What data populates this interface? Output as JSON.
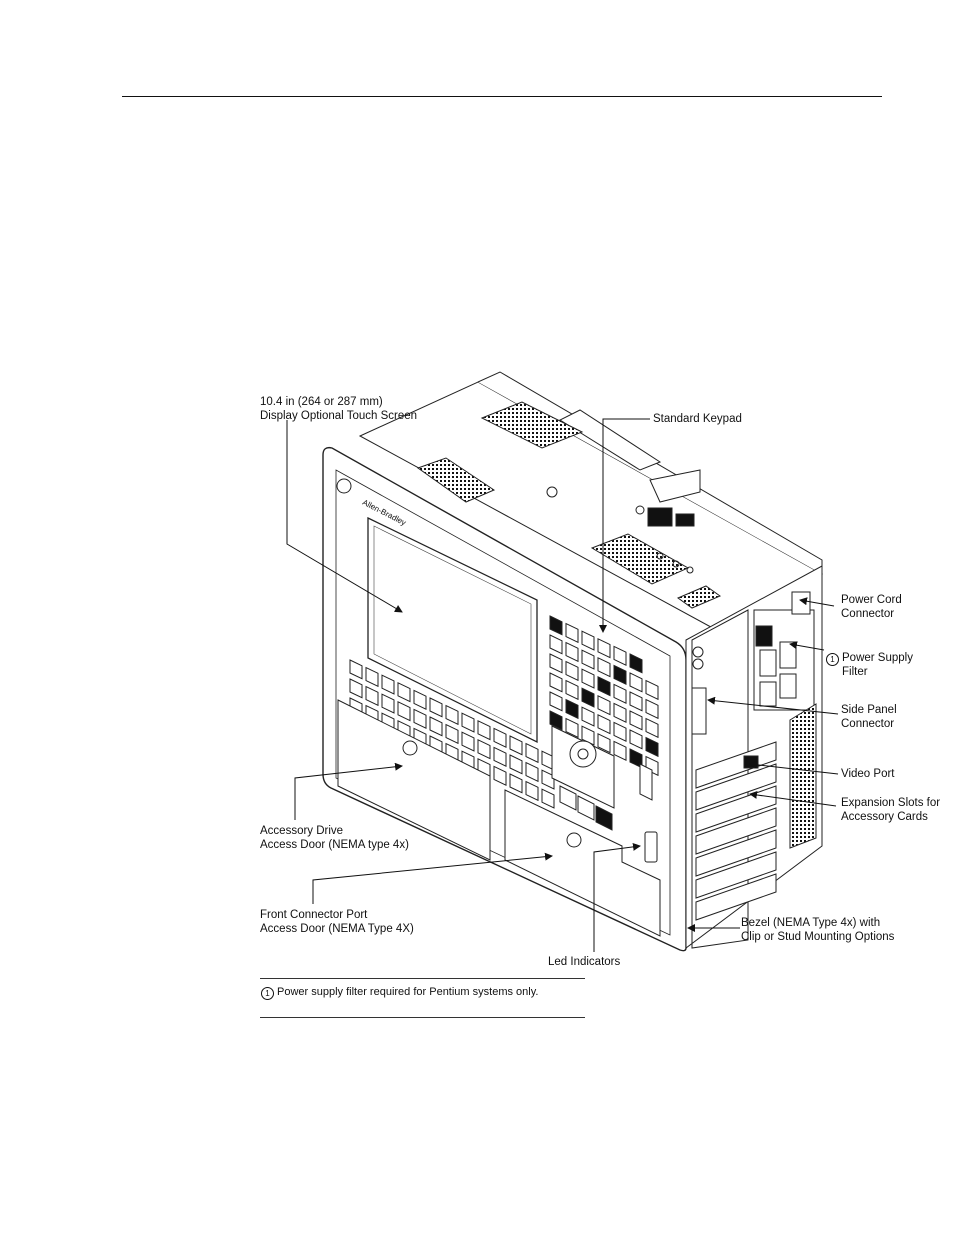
{
  "callouts": {
    "display": "10.4 in (264 or 287 mm)\nDisplay Optional Touch Screen",
    "keypad": "Standard Keypad",
    "power_cord": "Power Cord\nConnector",
    "power_filter_marker": "1",
    "power_filter": "Power Supply\nFilter",
    "side_panel": "Side Panel\nConnector",
    "video_port": "Video Port",
    "expansion": "Expansion Slots for\nAccessory Cards",
    "accessory_drive": "Accessory Drive\nAccess Door (NEMA type 4x)",
    "front_connector": "Front Connector Port\nAccess Door (NEMA Type 4X)",
    "bezel": "Bezel (NEMA Type 4x) with\nClip or Stud Mounting Options",
    "led": "Led Indicators"
  },
  "device": {
    "brand": "Allen-Bradley"
  },
  "footnote": {
    "marker": "1",
    "text": "Power supply filter required for Pentium systems only."
  }
}
